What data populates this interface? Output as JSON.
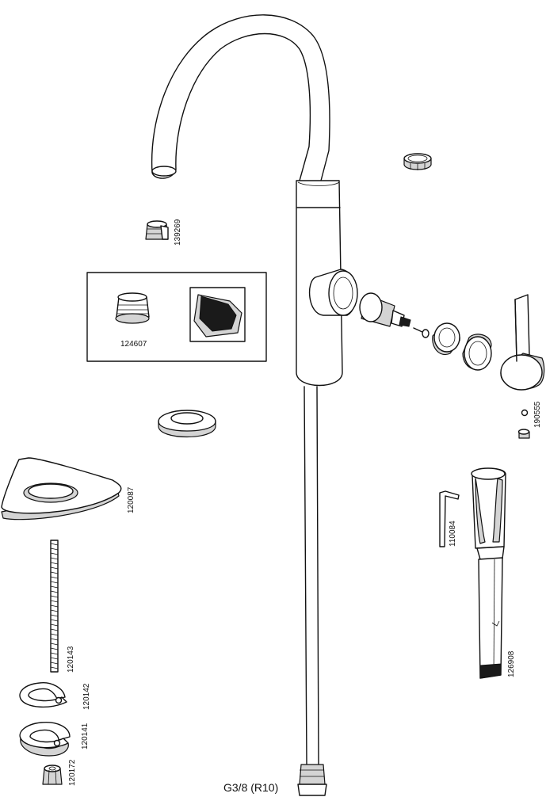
{
  "parts": {
    "aerator": "139269",
    "aerator_detail": "124607",
    "base_plate": "120087",
    "threaded_rod": "120143",
    "clip_upper": "120142",
    "clip_lower": "120141",
    "nut": "120172",
    "handle_screws": "190555",
    "hex_key": "110084",
    "tool": "126908"
  },
  "connection": "G3/8 (R10)"
}
